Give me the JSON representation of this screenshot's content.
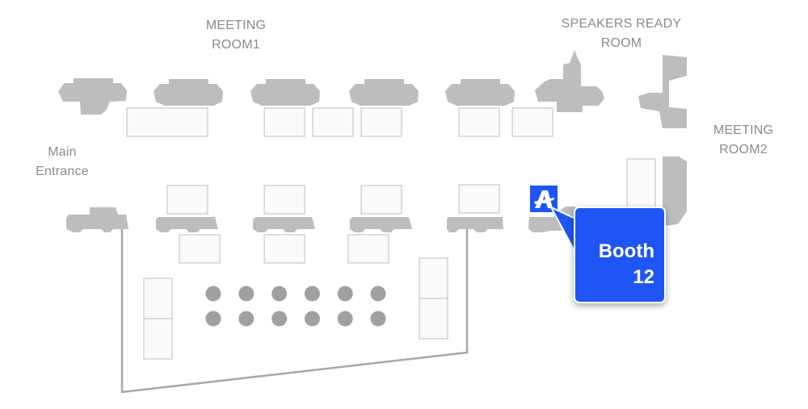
{
  "map": {
    "labels": {
      "meeting_room1": [
        "MEETING",
        "ROOM1"
      ],
      "speakers_ready_room": [
        "SPEAKERS READY",
        "ROOM"
      ],
      "main_entrance": [
        "Main",
        "Entrance"
      ],
      "meeting_room2": [
        "MEETING",
        "ROOM2"
      ]
    },
    "highlight": {
      "marker_letter": "A",
      "marker_icon": "booth-marker-icon",
      "callout_line1": "Booth",
      "callout_line2": "12",
      "accent_color": "#1f55f5"
    },
    "colors": {
      "furniture": "#bdbdbd",
      "table_fill": "#fafafa",
      "table_stroke": "#c8c8c8",
      "seat": "#a0a0a0",
      "path": "#a8a8a8",
      "label": "#8a8a8a"
    },
    "seating_grid": {
      "rows": 2,
      "columns": 6
    }
  }
}
